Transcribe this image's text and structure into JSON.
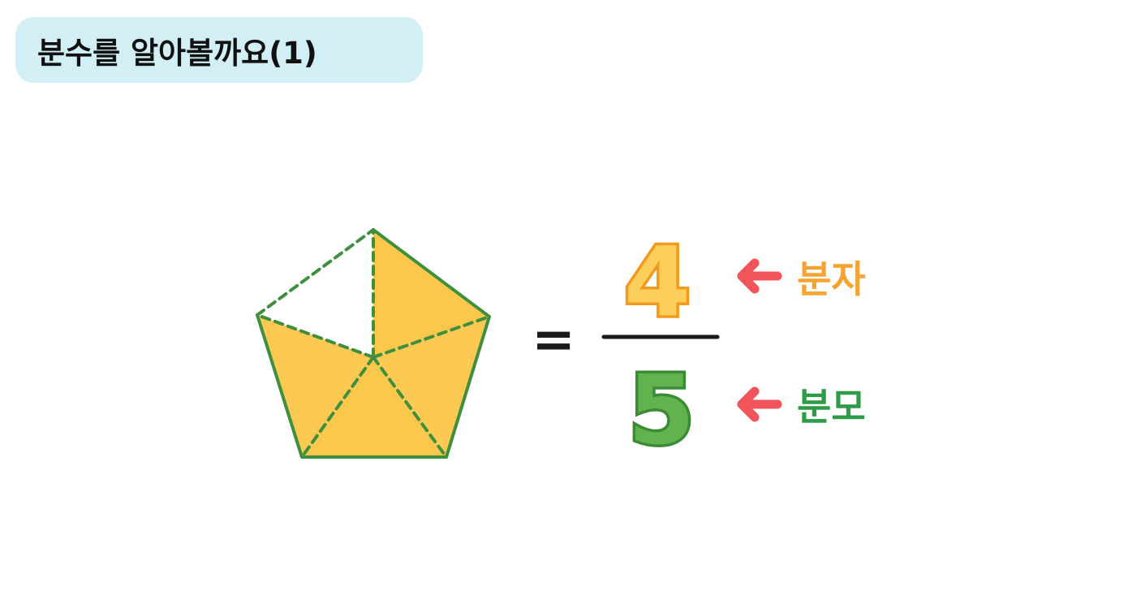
{
  "title": "분수를 알아볼까요(1)",
  "fraction": {
    "numerator": "4",
    "denominator": "5",
    "equals_sign": "="
  },
  "labels": {
    "numerator_label": "분자",
    "denominator_label": "분모"
  },
  "pentagon": {
    "total_parts": 5,
    "shaded_parts": 4
  },
  "colors": {
    "title_background": "#d1eff4",
    "shape_fill": "#fbc84b",
    "shape_outline": "#3f8f3f",
    "numerator_color": "#f7b23a",
    "numerator_outline": "#f39a1e",
    "denominator_color": "#5aab47",
    "denominator_outline": "#3a8a36",
    "arrow_color": "#f2545b",
    "numerator_label_color": "#f5a431",
    "denominator_label_color": "#2e9b46"
  },
  "icons": {
    "numerator_arrow": "arrow-left-icon",
    "denominator_arrow": "arrow-left-icon"
  }
}
